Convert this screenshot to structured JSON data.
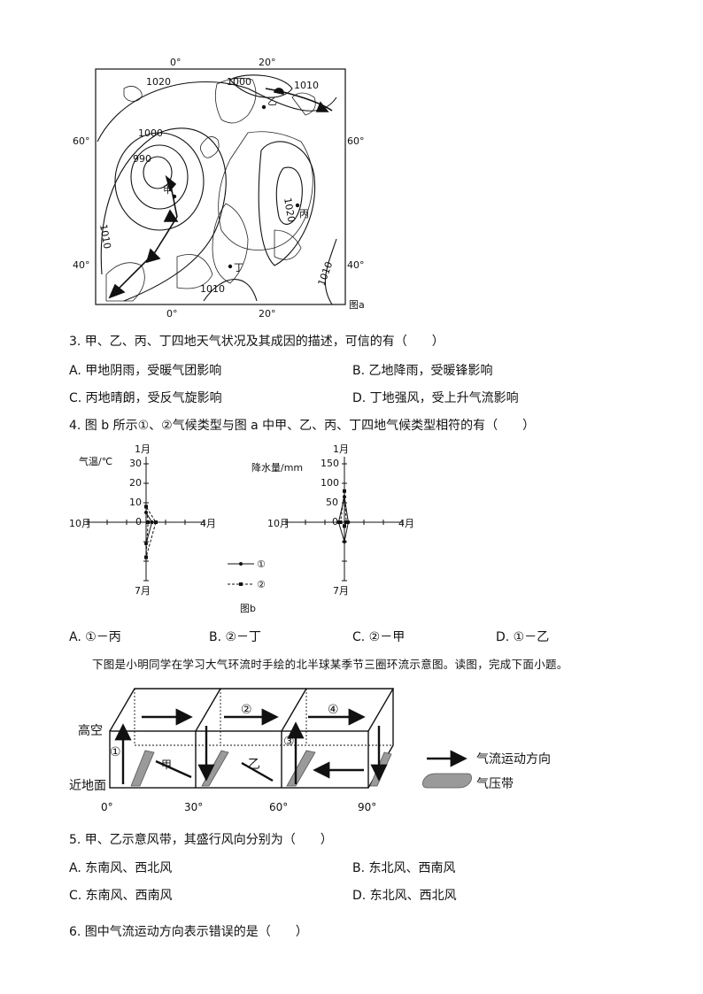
{
  "fig_a": {
    "caption": "图a",
    "lon_top": [
      "0°",
      "20°"
    ],
    "lon_bottom": [
      "0°",
      "20°"
    ],
    "lat_left": [
      "60°",
      "40°"
    ],
    "lat_right": [
      "60°",
      "40°"
    ],
    "isobars": [
      "1020",
      "1000",
      "1010",
      "1000",
      "990",
      "1010",
      "1020",
      "1010",
      "1010"
    ],
    "places": {
      "jia": "甲",
      "yi": "乙",
      "bing": "丙",
      "ding": "丁"
    }
  },
  "q3": {
    "stem": "3. 甲、乙、丙、丁四地天气状况及其成因的描述，可信的有（　　）",
    "options": [
      "A. 甲地阴雨，受暖气团影响",
      "B. 乙地降雨，受暖锋影响",
      "C. 丙地晴朗，受反气旋影响",
      "D. 丁地强风，受上升气流影响"
    ]
  },
  "q4": {
    "stem": "4. 图 b 所示①、②气候类型与图 a 中甲、乙、丙、丁四地气候类型相符的有（　　）",
    "options": [
      "A. ①－丙",
      "B. ②－丁",
      "C. ②－甲",
      "D. ①－乙"
    ]
  },
  "fig_b": {
    "caption": "图b",
    "temp": {
      "ylabel": "气温/℃",
      "ticks": [
        "30",
        "20",
        "10",
        "0"
      ],
      "months": {
        "jan": "1月",
        "apr": "4月",
        "jul": "7月",
        "oct": "10月"
      }
    },
    "precip": {
      "ylabel": "降水量/mm",
      "ticks": [
        "150",
        "100",
        "50",
        "0"
      ],
      "months": {
        "jan": "1月",
        "apr": "4月",
        "jul": "7月",
        "oct": "10月"
      }
    },
    "legend": [
      "①",
      "②"
    ]
  },
  "chart_data": [
    {
      "type": "radar",
      "ylabel": "气温/℃",
      "axes": [
        "1月",
        "4月",
        "7月",
        "10月"
      ],
      "range": [
        -10,
        30
      ],
      "series": [
        {
          "name": "①",
          "values": [
            5,
            3,
            -11,
            -3
          ]
        },
        {
          "name": "②",
          "values": [
            8,
            1,
            -18,
            -5
          ]
        }
      ]
    },
    {
      "type": "radar",
      "ylabel": "降水量/mm",
      "axes": [
        "1月",
        "4月",
        "7月",
        "10月"
      ],
      "range": [
        0,
        150
      ],
      "series": [
        {
          "name": "①",
          "values": [
            65,
            10,
            -50,
            15
          ]
        },
        {
          "name": "②",
          "values": [
            80,
            5,
            -10,
            10
          ]
        }
      ]
    }
  ],
  "intro": "下图是小明同学在学习大气环流时手绘的北半球某季节三圈环流示意图。读图，完成下面小题。",
  "fig_c": {
    "label_high": "高空",
    "label_ground": "近地面",
    "lats": [
      "0°",
      "30°",
      "60°",
      "90°"
    ],
    "circled": [
      "①",
      "②",
      "③",
      "④"
    ],
    "belts": [
      "甲",
      "乙"
    ],
    "legend_flow": "气流运动方向",
    "legend_belt": "气压带"
  },
  "q5": {
    "stem": "5. 甲、乙示意风带，其盛行风向分别为（　　）",
    "options": [
      "A. 东南风、西北风",
      "B. 东北风、西南风",
      "C. 东南风、西南风",
      "D. 东北风、西北风"
    ]
  },
  "q6": {
    "stem": "6. 图中气流运动方向表示错误的是（　　）"
  }
}
